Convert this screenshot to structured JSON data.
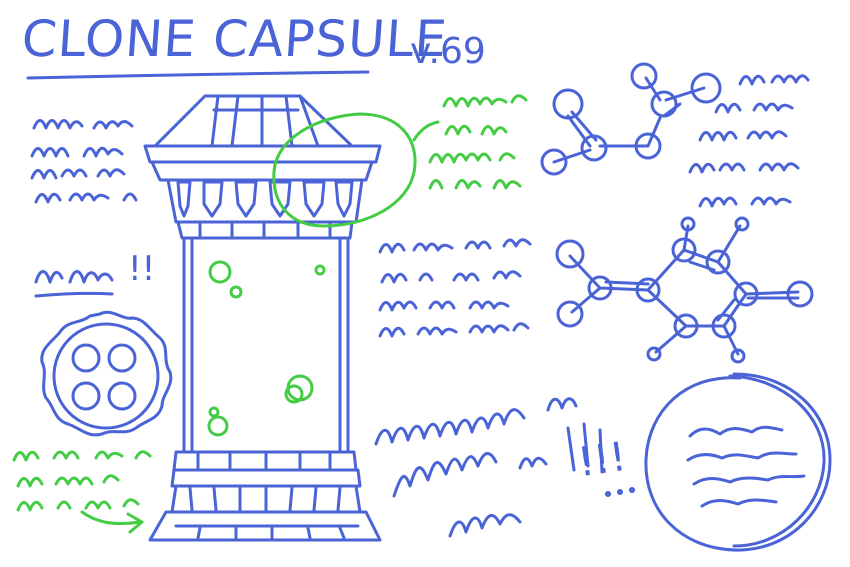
{
  "sketch": {
    "title": "CLONE CAPSULE",
    "version": "v.69",
    "exclaim_small": "!!",
    "exclaim_large": "!!!"
  },
  "colors": {
    "ink_blue": "#4a63d6",
    "ink_green": "#44cc44",
    "paper": "#ffffff"
  },
  "icons": [
    "capsule-drawing",
    "molecule-chain-icon",
    "benzene-ring-icon",
    "cell-sphere-icon",
    "callout-circle",
    "magnify-circle",
    "arrow-icon"
  ]
}
